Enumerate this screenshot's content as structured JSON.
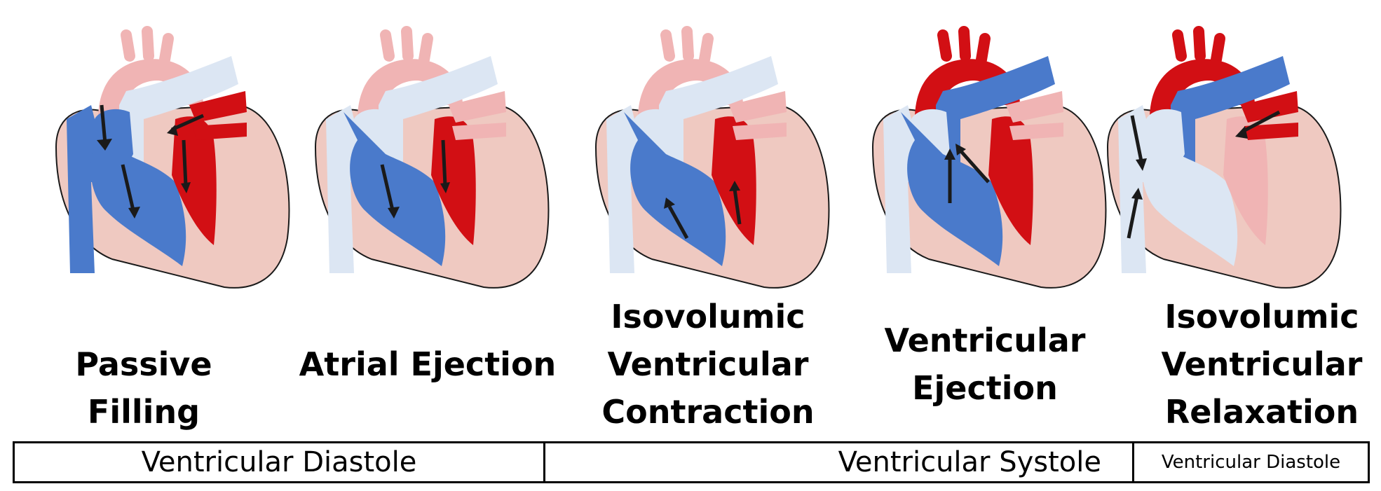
{
  "colors": {
    "deoxygenated": "#4a7acb",
    "oxygenated": "#d20f14",
    "pale_blue": "#dce6f3",
    "pale_red": "#f0b4b4",
    "myocardium": "#efc9c1",
    "outline": "#1a1a1a"
  },
  "stages": [
    {
      "label_lines": [
        "Passive Filling"
      ],
      "state": "passive-filling"
    },
    {
      "label_lines": [
        "Atrial Ejection"
      ],
      "state": "atrial-ejection"
    },
    {
      "label_lines": [
        "Isovolumic",
        "Ventricular",
        "Contraction"
      ],
      "state": "isovolumic-contraction"
    },
    {
      "label_lines": [
        "Ventricular",
        "Ejection"
      ],
      "state": "ventricular-ejection"
    },
    {
      "label_lines": [
        "Isovolumic",
        "Ventricular",
        "Relaxation"
      ],
      "state": "isovolumic-relaxation"
    }
  ],
  "phase_bar": [
    {
      "label": "Ventricular Diastole"
    },
    {
      "label": "Ventricular Systole"
    },
    {
      "label": "Ventricular Diastole"
    }
  ]
}
